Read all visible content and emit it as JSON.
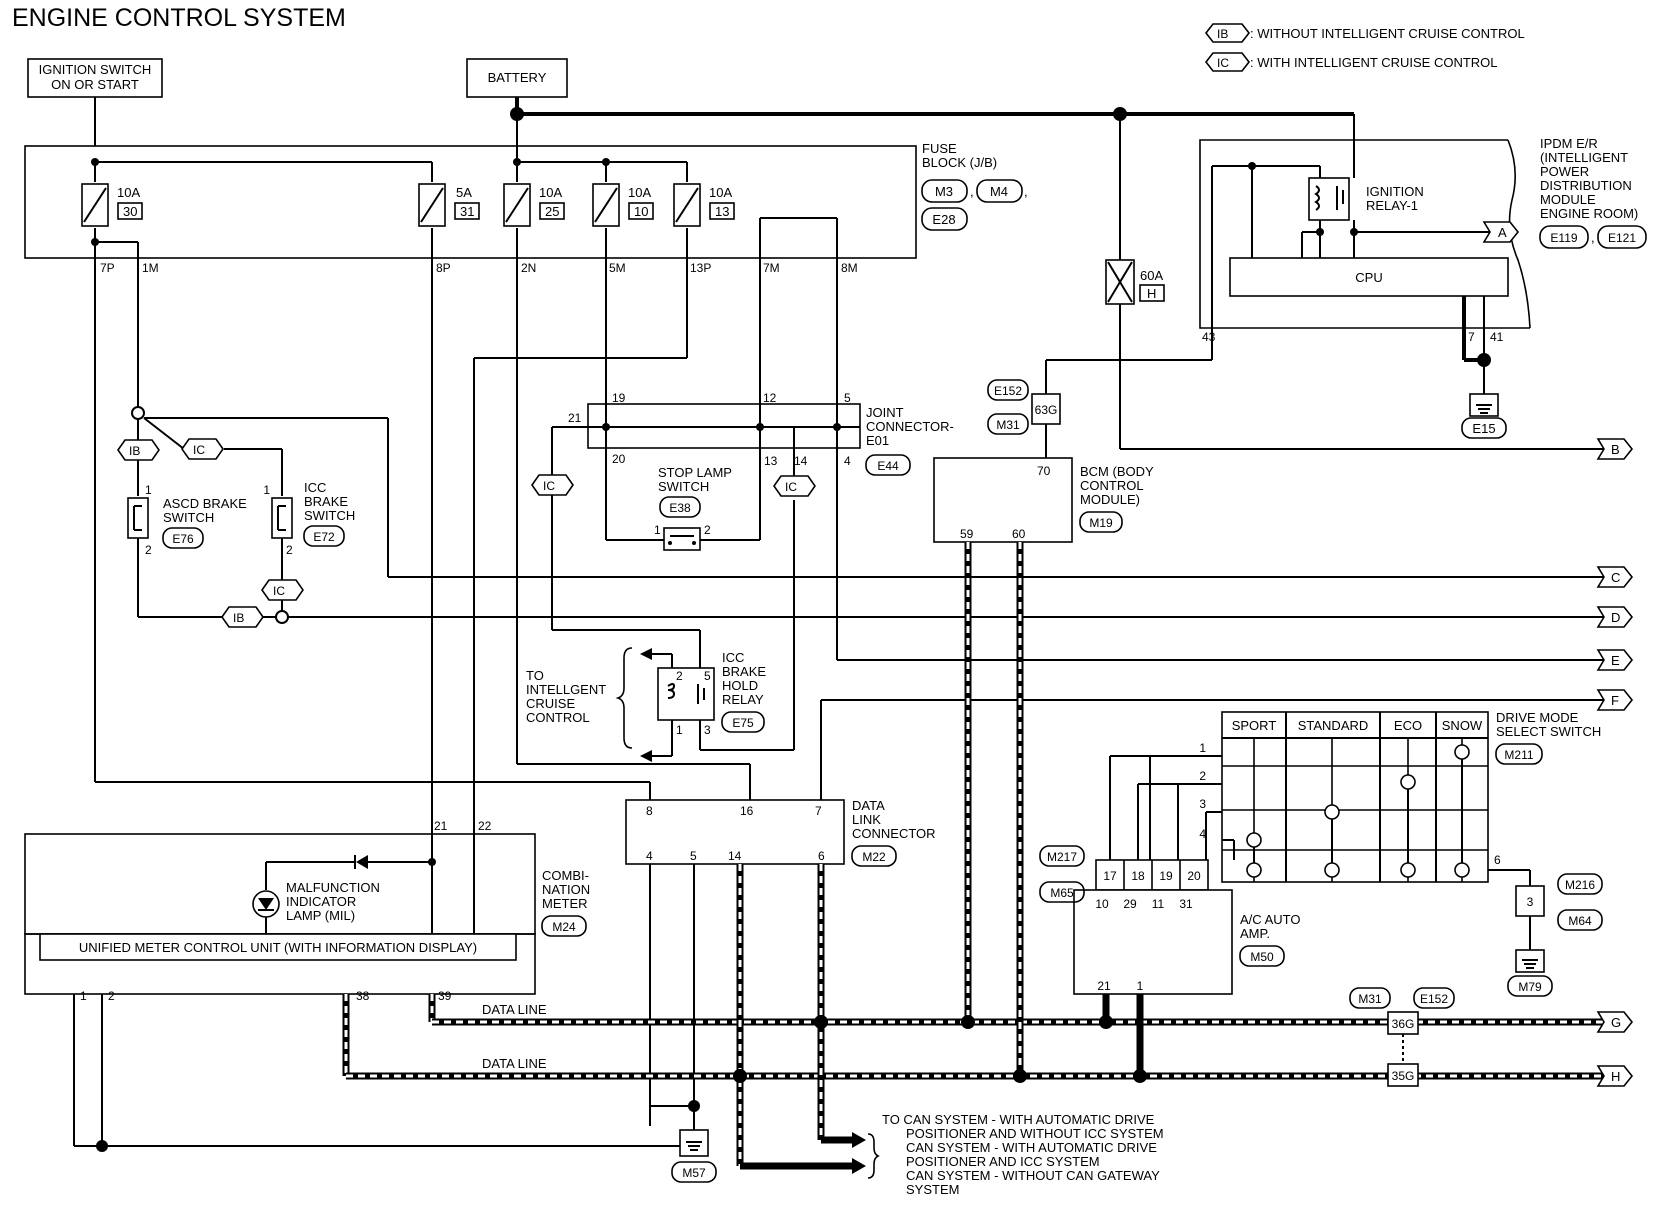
{
  "title": "ENGINE CONTROL SYSTEM",
  "legend": [
    {
      "tag": "IB",
      "text": ": WITHOUT INTELLIGENT CRUISE CONTROL"
    },
    {
      "tag": "IC",
      "text": ": WITH INTELLIGENT CRUISE CONTROL"
    }
  ],
  "power": {
    "ignition_line1": "IGNITION SWITCH",
    "ignition_line2": "ON OR START",
    "battery": "BATTERY"
  },
  "fuse_block": {
    "label1": "FUSE",
    "label2": "BLOCK (J/B)",
    "connectors": [
      "M3",
      "M4",
      "E28"
    ],
    "sep": ",",
    "fuses": [
      {
        "amp": "10A",
        "num": "30"
      },
      {
        "amp": "5A",
        "num": "31"
      },
      {
        "amp": "10A",
        "num": "25"
      },
      {
        "amp": "10A",
        "num": "10"
      },
      {
        "amp": "10A",
        "num": "13"
      }
    ],
    "pins": [
      "7P",
      "1M",
      "8P",
      "2N",
      "5M",
      "13P",
      "7M",
      "8M"
    ]
  },
  "ipdm": {
    "lines": [
      "IPDM E/R",
      "(INTELLIGENT",
      "POWER",
      "DISTRIBUTION",
      "MODULE",
      "ENGINE ROOM)"
    ],
    "connectors": [
      "E119",
      "E121"
    ],
    "sep": ",",
    "relay1": "IGNITION",
    "relay2": "RELAY-1",
    "cpu": "CPU",
    "pins": [
      "43",
      "7",
      "41"
    ],
    "ground": "E15"
  },
  "fuse60": {
    "amp": "60A",
    "num": "H"
  },
  "joint": {
    "line1": "JOINT",
    "line2": "CONNECTOR-",
    "line3": "E01",
    "connector": "E44",
    "pins": [
      "21",
      "19",
      "12",
      "5",
      "20",
      "13",
      "14",
      "4"
    ]
  },
  "bcm": {
    "line1": "BCM (BODY",
    "line2": "CONTROL",
    "line3": "MODULE)",
    "connector": "M19",
    "pins": [
      "70",
      "59",
      "60"
    ],
    "conn_top": "E152",
    "conn_mid": "63G",
    "conn_bot": "M31"
  },
  "ascd": {
    "line1": "ASCD BRAKE",
    "line2": "SWITCH",
    "connector": "E76",
    "pins": [
      "1",
      "2"
    ]
  },
  "icc_sw": {
    "line1": "ICC",
    "line2": "BRAKE",
    "line3": "SWITCH",
    "connector": "E72",
    "pins": [
      "1",
      "2"
    ]
  },
  "stop_lamp": {
    "line1": "STOP LAMP",
    "line2": "SWITCH",
    "connector": "E38",
    "pins": [
      "1",
      "2"
    ]
  },
  "icc_relay": {
    "line1": "ICC",
    "line2": "BRAKE",
    "line3": "HOLD",
    "line4": "RELAY",
    "connector": "E75",
    "pins": [
      "2",
      "5",
      "1",
      "3"
    ]
  },
  "to_icc": {
    "line1": "TO",
    "line2": "INTELLGENT",
    "line3": "CRUISE",
    "line4": "CONTROL"
  },
  "dlc": {
    "line1": "DATA",
    "line2": "LINK",
    "line3": "CONNECTOR",
    "connector": "M22",
    "pins": [
      "8",
      "16",
      "7",
      "4",
      "5",
      "14",
      "6"
    ]
  },
  "meter": {
    "line1": "COMBI-",
    "line2": "NATION",
    "line3": "METER",
    "connector": "M24",
    "mil1": "MALFUNCTION",
    "mil2": "INDICATOR",
    "mil3": "LAMP (MIL)",
    "unit": "UNIFIED METER CONTROL UNIT (WITH INFORMATION DISPLAY)",
    "pins": [
      "21",
      "22",
      "1",
      "2",
      "38",
      "39"
    ]
  },
  "drive_mode": {
    "line1": "DRIVE MODE",
    "line2": "SELECT SWITCH",
    "connector": "M211",
    "cols": [
      "SPORT",
      "STANDARD",
      "ECO",
      "SNOW"
    ],
    "rows": [
      "1",
      "2",
      "3",
      "4"
    ],
    "out": "6"
  },
  "ac": {
    "line1": "A/C AUTO",
    "line2": "AMP.",
    "connector": "M50",
    "in_pins": [
      "17",
      "18",
      "19",
      "20"
    ],
    "out_pins": [
      "10",
      "29",
      "11",
      "31"
    ],
    "pins_bot": [
      "21",
      "1"
    ],
    "conn1": "M217",
    "conn2": "M65"
  },
  "j3": {
    "num": "3",
    "conn1": "M216",
    "conn2": "M64",
    "ground": "M79"
  },
  "data_line": "DATA LINE",
  "can_conn": {
    "c1": "M31",
    "c2": "E152",
    "p1": "36G",
    "p2": "35G"
  },
  "ground_m57": "M57",
  "to_can": [
    "TO CAN SYSTEM - WITH AUTOMATIC DRIVE",
    "POSITIONER AND WITHOUT ICC SYSTEM",
    "CAN SYSTEM - WITH AUTOMATIC DRIVE",
    "POSITIONER AND ICC SYSTEM",
    "CAN SYSTEM - WITHOUT CAN GATEWAY",
    "SYSTEM"
  ],
  "arrows": [
    "A",
    "B",
    "C",
    "D",
    "E",
    "F",
    "G",
    "H"
  ],
  "tags": {
    "ib": "IB",
    "ic": "IC"
  }
}
